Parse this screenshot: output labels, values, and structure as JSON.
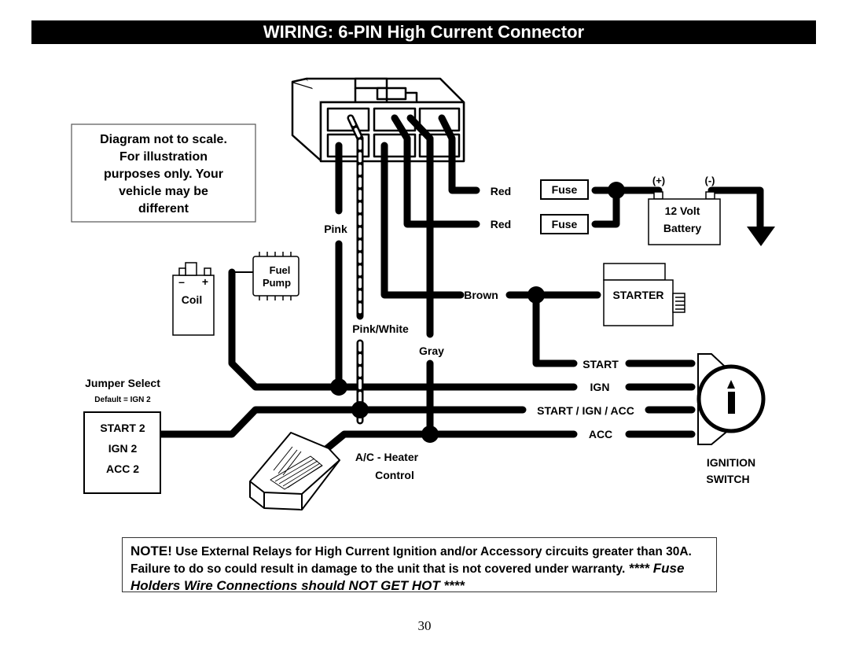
{
  "title": "WIRING: 6-PIN High Current Connector",
  "disclaimer_lines": [
    "Diagram not to scale.",
    "For  illustration",
    "purposes only. Your",
    "vehicle may be",
    "different"
  ],
  "labels": {
    "pink": "Pink",
    "pink_white": "Pink/White",
    "gray": "Gray",
    "brown": "Brown",
    "red1": "Red",
    "red2": "Red",
    "fuse1": "Fuse",
    "fuse2": "Fuse",
    "battery_pos": "(+)",
    "battery_neg": "(-)",
    "battery_line1": "12 Volt",
    "battery_line2": "Battery",
    "starter": "STARTER",
    "coil": "Coil",
    "coil_minus": "–",
    "coil_plus": "+",
    "fuel_pump_line1": "Fuel",
    "fuel_pump_line2": "Pump",
    "jumper_select": "Jumper Select",
    "jumper_default": "Default = IGN 2",
    "jumper_start2": "START 2",
    "jumper_ign2": "IGN 2",
    "jumper_acc2": "ACC 2",
    "ac_heater_line1": "A/C - Heater",
    "ac_heater_line2": "Control",
    "sw_start": "START",
    "sw_ign": "IGN",
    "sw_start_ign_acc": "START / IGN / ACC",
    "sw_acc": "ACC",
    "ignition_line1": "IGNITION",
    "ignition_line2": "SWITCH"
  },
  "note": {
    "lead": "NOTE!",
    "body": " Use External Relays for High Current Ignition and/or Accessory circuits greater than 30A.  Failure to do so could result in damage to the unit that is not covered under warranty.  ",
    "emphasis": "**** Fuse Holders Wire Connections should NOT GET HOT ****"
  },
  "page_number": "30"
}
